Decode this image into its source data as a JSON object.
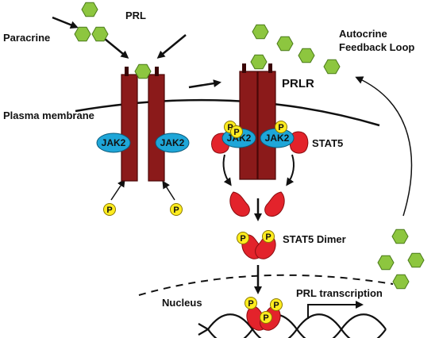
{
  "labels": {
    "paracrine": "Paracrine",
    "prl": "PRL",
    "autocrine_line1": "Autocrine",
    "autocrine_line2": "Feedback Loop",
    "prlr": "PRLR",
    "plasma_membrane": "Plasma membrane",
    "stat5": "STAT5",
    "stat5_dimer": "STAT5 Dimer",
    "nucleus": "Nucleus",
    "prl_transcription": "PRL transcription"
  },
  "jak_label": "JAK2",
  "phospho_label": "P",
  "colors": {
    "prl_hexagon": "#8dc63f",
    "prl_hexagon_stroke": "#4a7a1a",
    "receptor": "#8b1a1a",
    "receptor_dark": "#5a0c0c",
    "jak2": "#1ea6d8",
    "stat5": "#e3232b",
    "phosphate": "#ffec1f",
    "line": "#111111"
  }
}
